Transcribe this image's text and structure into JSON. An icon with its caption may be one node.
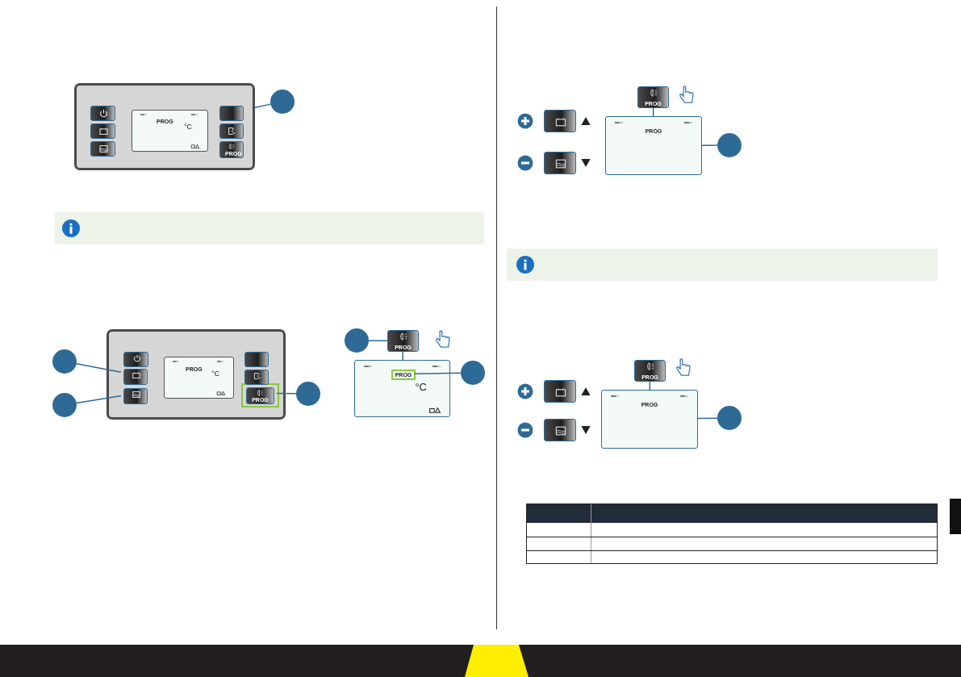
{
  "diagram": {
    "nodes": [
      {
        "text": [],
        "shape": "box"
      },
      {
        "text": [],
        "shape": "circle"
      },
      {
        "text": [],
        "shape": "box"
      },
      {
        "text": [],
        "shape": "box",
        "in": 2
      },
      {
        "text": [],
        "shape": "box",
        "in": 2
      },
      {
        "text": [
          "PROG"
        ],
        "in": 2
      },
      {
        "text": [],
        "shape": "circle"
      },
      {
        "text": [],
        "shape": "circle"
      },
      {
        "text": [],
        "shape": "circle"
      },
      {
        "text": [
          "PROG"
        ]
      },
      {
        "text": [],
        "shape": "circle"
      },
      {
        "text": [
          "°C"
        ]
      },
      {
        "text": [
          "PROG"
        ],
        "in": 11
      },
      {
        "text": [],
        "shape": "circle"
      },
      {
        "text": [
          "PROG"
        ]
      },
      {
        "text": [
          "PROG"
        ]
      },
      {
        "text": [],
        "shape": "circle"
      },
      {
        "text": [
          "PROG"
        ]
      },
      {
        "text": [
          "PROG"
        ]
      },
      {
        "text": [],
        "shape": "circle"
      },
      {
        "text": [],
        "shape": "box",
        "in": 2
      },
      {
        "text": [],
        "shape": "box",
        "in": 2
      },
      {
        "text": [],
        "shape": "box",
        "in": 2
      },
      {
        "text": [],
        "shape": "box"
      },
      {
        "text": [],
        "shape": "box"
      },
      {
        "text": [],
        "shape": "box"
      },
      {
        "text": [],
        "shape": "box"
      }
    ],
    "edges": [
      {
        "from": 1,
        "to": 0,
        "arrow": "none"
      },
      {
        "from": 6,
        "to": 3,
        "arrow": "none"
      },
      {
        "from": 7,
        "to": 4,
        "arrow": "none"
      },
      {
        "from": 8,
        "to": 5,
        "arrow": "none"
      },
      {
        "from": 10,
        "to": 9,
        "arrow": "none"
      },
      {
        "from": 9,
        "to": 11,
        "arrow": "none"
      },
      {
        "from": 13,
        "to": 12,
        "arrow": "none"
      },
      {
        "from": 14,
        "to": 15,
        "arrow": "none"
      },
      {
        "from": 16,
        "to": 15,
        "arrow": "none"
      },
      {
        "from": 17,
        "to": 18,
        "arrow": "none"
      },
      {
        "from": 19,
        "to": 18,
        "arrow": "none"
      }
    ],
    "labels": [
      "PROG",
      "°C",
      "PROG",
      "PROG",
      "°C"
    ]
  }
}
